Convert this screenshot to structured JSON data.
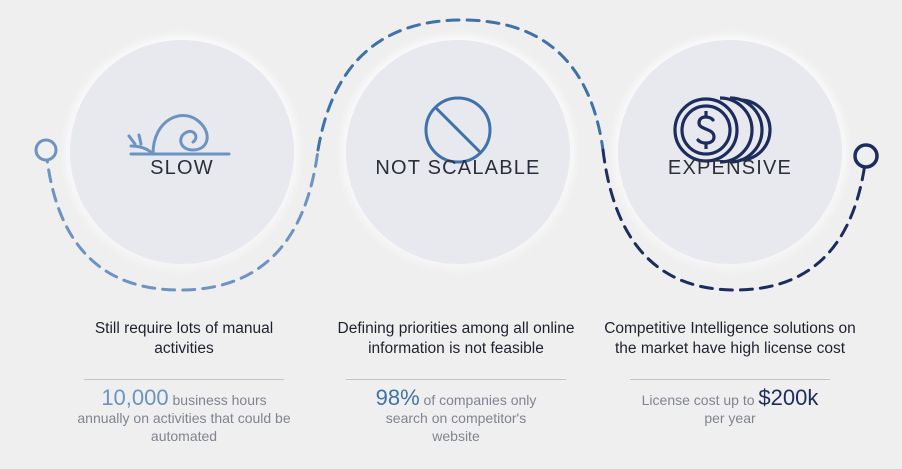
{
  "panels": [
    {
      "title": "SLOW",
      "heading": "Still require lots of manual activities",
      "stat_value": "10,000",
      "stat_text": "business hours annually on activities that could be automated",
      "icon": "snail-icon",
      "color": "#6d93c2"
    },
    {
      "title": "NOT SCALABLE",
      "heading": "Defining priorities among all online information is not feasible",
      "stat_value": "98%",
      "stat_text": "of companies only search on competitor's website",
      "icon": "prohibited-icon",
      "color": "#3f72aa"
    },
    {
      "title": "EXPENSIVE",
      "heading": "Competitive Intelligence solutions on the market have high license cost",
      "stat_prefix": "License cost up to",
      "stat_value": "$200k",
      "stat_suffix": "per year",
      "icon": "coins-dollar-icon",
      "color": "#1d2c5e"
    }
  ],
  "connector_colors": [
    "#6d93c2",
    "#3f72aa",
    "#1d2c5e"
  ]
}
